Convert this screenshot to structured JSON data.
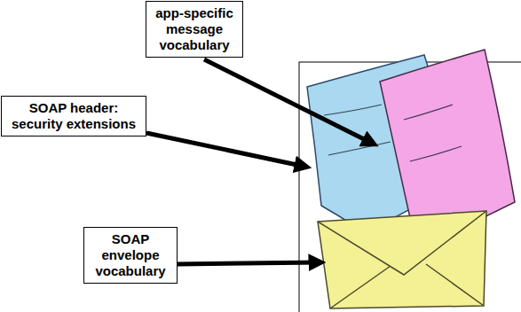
{
  "diagram": {
    "nodes": [
      {
        "text": [
          "app-specific message vocabulary"
        ]
      },
      {
        "text": [
          "SOAP header: security extensions"
        ]
      },
      {
        "text": [
          "SOAP envelope vocabulary"
        ]
      }
    ]
  }
}
